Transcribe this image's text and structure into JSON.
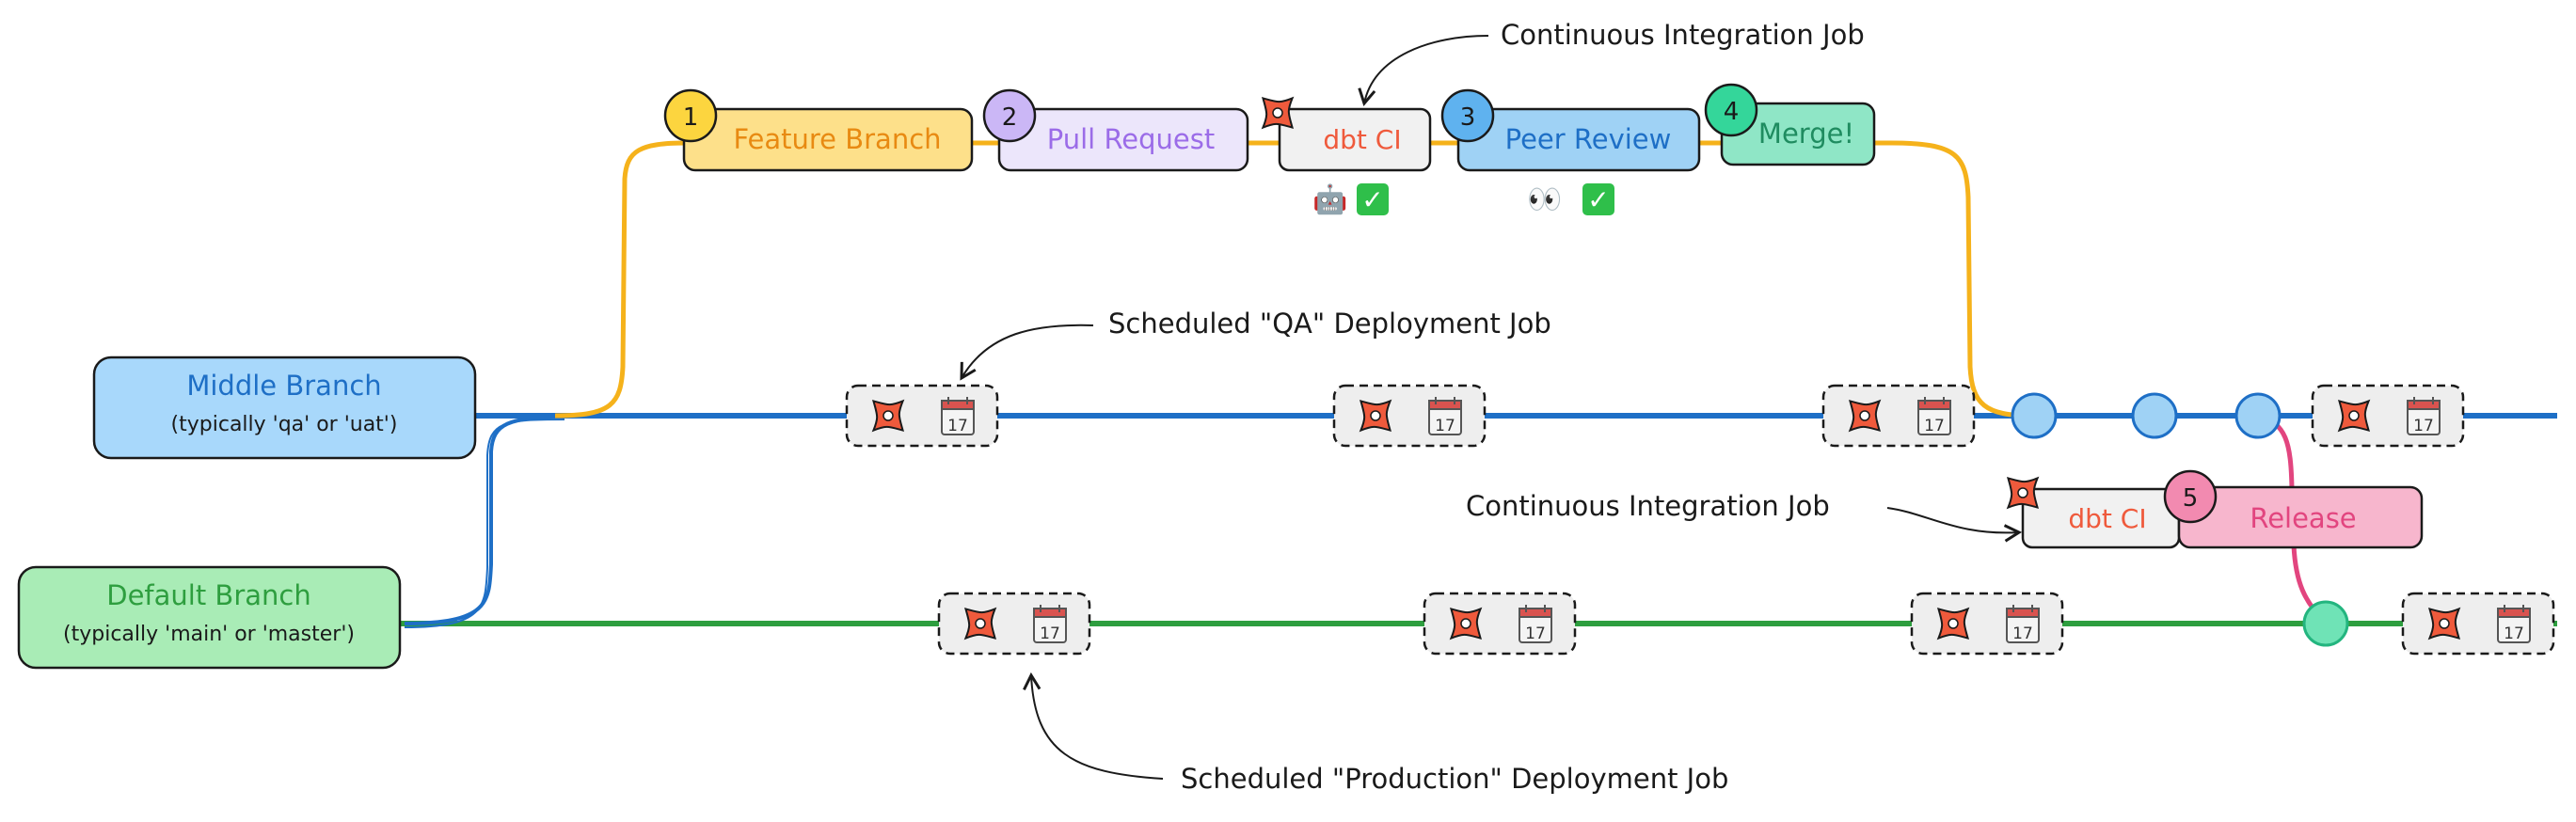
{
  "colors": {
    "middle": "#1e6fc6",
    "default": "#2e9e3f",
    "feature": "#f5b21b",
    "release": "#e2457f",
    "dbt": "#ef5a3c",
    "ink": "#1a1a1a"
  },
  "branches": {
    "middle": {
      "title": "Middle Branch",
      "subtitle": "(typically 'qa' or 'uat')"
    },
    "default": {
      "title": "Default Branch",
      "subtitle": "(typically 'main' or 'master')"
    }
  },
  "steps": [
    {
      "num": "1",
      "label": "Feature Branch"
    },
    {
      "num": "2",
      "label": "Pull Request"
    },
    {
      "num": "3",
      "label": "Peer Review"
    },
    {
      "num": "4",
      "label": "Merge!"
    },
    {
      "num": "5",
      "label": "Release"
    }
  ],
  "ci": {
    "label": "dbt CI"
  },
  "check_emojis": {
    "ci": "🤖",
    "review": "👀",
    "check": "✓"
  },
  "icons": {
    "calendar_day": "17"
  },
  "annotations": {
    "ci_top": "Continuous Integration Job",
    "qa_job": "Scheduled \"QA\" Deployment Job",
    "ci_bottom": "Continuous Integration Job",
    "prod_job": "Scheduled \"Production\" Deployment Job"
  }
}
